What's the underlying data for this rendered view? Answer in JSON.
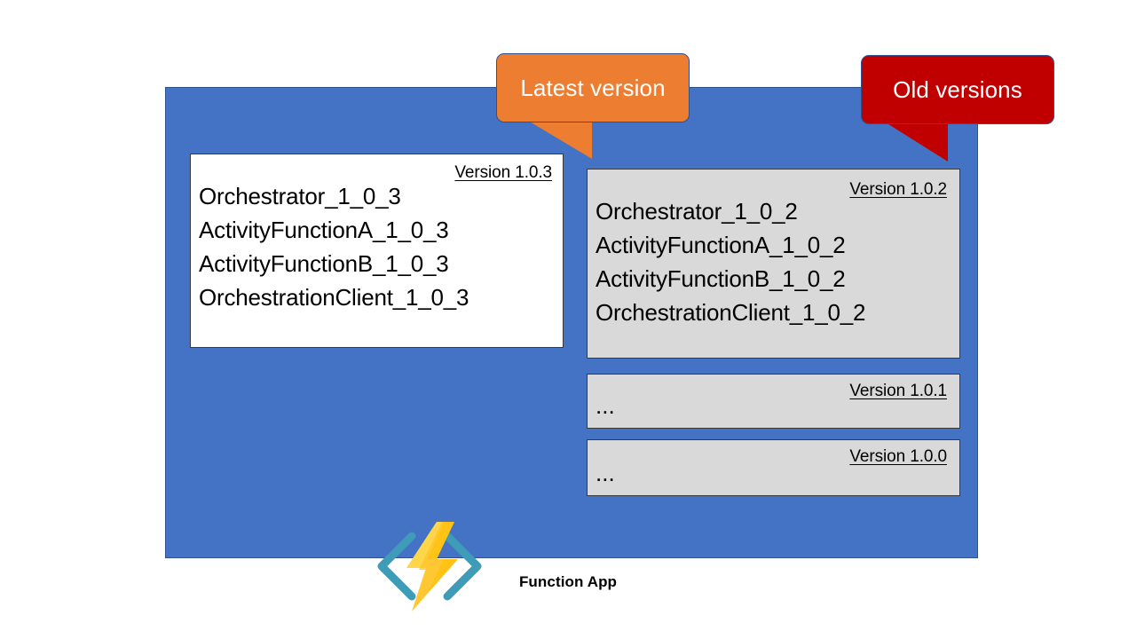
{
  "diagram": {
    "caption": "Function App",
    "colors": {
      "container_blue": "#4472C4",
      "latest_card_bg": "#FFFFFF",
      "old_card_bg": "#D9D9D9",
      "callout_latest": "#ED7D31",
      "callout_old": "#C00000",
      "logo_bracket": "#3E9CB9",
      "logo_bolt": "#FFC832"
    }
  },
  "callouts": {
    "latest": {
      "label": "Latest version"
    },
    "old": {
      "label": "Old versions"
    }
  },
  "versions": {
    "latest": {
      "version_label": "Version 1.0.3",
      "functions": [
        "Orchestrator_1_0_3",
        "ActivityFunctionA_1_0_3",
        "ActivityFunctionB_1_0_3",
        "OrchestrationClient_1_0_3"
      ]
    },
    "v102": {
      "version_label": "Version 1.0.2",
      "functions": [
        "Orchestrator_1_0_2",
        "ActivityFunctionA_1_0_2",
        "ActivityFunctionB_1_0_2",
        "OrchestrationClient_1_0_2"
      ]
    },
    "v101": {
      "version_label": "Version 1.0.1",
      "ellipsis": "..."
    },
    "v100": {
      "version_label": "Version 1.0.0",
      "ellipsis": "..."
    }
  }
}
